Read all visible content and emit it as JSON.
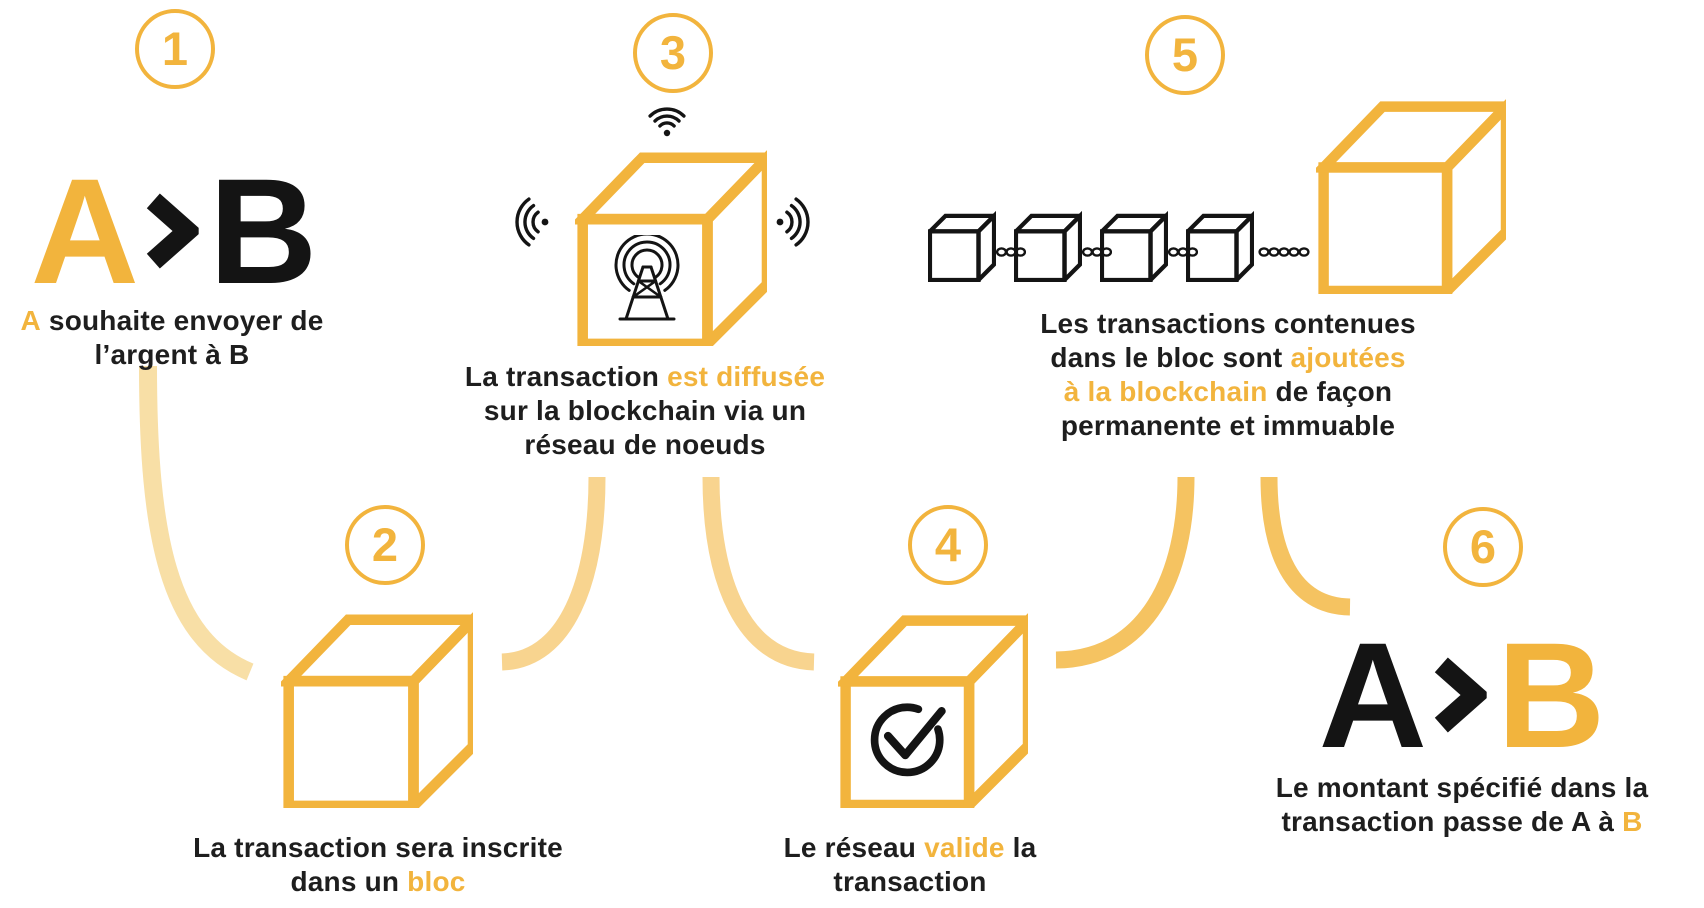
{
  "palette": {
    "yellow": "#F2B43D",
    "ink": "#141414",
    "caption-ink": "#1E1E1E",
    "connector-pale": "#F8DFA6",
    "connector-light": "#F8D48F",
    "connector-mid": "#F5C361"
  },
  "icons": [
    "step-number-badge",
    "wifi-icon",
    "signal-waves-left-icon",
    "signal-waves-right-icon",
    "broadcast-tower-icon",
    "block-cube-icon",
    "blockchain-chain-icon",
    "check-circle-icon",
    "chevron-right-icon"
  ],
  "steps": [
    {
      "number": "1",
      "headline": {
        "left": "A",
        "right": "B"
      },
      "caption": [
        [
          {
            "t": "A",
            "hl": true
          },
          {
            "t": " souhaite envoyer de"
          }
        ],
        [
          {
            "t": "l’argent à B"
          }
        ]
      ]
    },
    {
      "number": "2",
      "caption": [
        [
          {
            "t": "La transaction sera inscrite"
          }
        ],
        [
          {
            "t": "dans un "
          },
          {
            "t": "bloc",
            "hl": true
          }
        ]
      ]
    },
    {
      "number": "3",
      "caption": [
        [
          {
            "t": "La transaction "
          },
          {
            "t": "est diffusée",
            "hl": true
          }
        ],
        [
          {
            "t": "sur la blockchain via un"
          }
        ],
        [
          {
            "t": "réseau de noeuds"
          }
        ]
      ]
    },
    {
      "number": "4",
      "caption": [
        [
          {
            "t": "Le réseau "
          },
          {
            "t": "valide",
            "hl": true
          },
          {
            "t": " la"
          }
        ],
        [
          {
            "t": "transaction"
          }
        ]
      ]
    },
    {
      "number": "5",
      "caption": [
        [
          {
            "t": "Les transactions contenues"
          }
        ],
        [
          {
            "t": "dans le bloc sont "
          },
          {
            "t": "ajoutées",
            "hl": true
          }
        ],
        [
          {
            "t": "à la blockchain",
            "hl": true
          },
          {
            "t": " de façon"
          }
        ],
        [
          {
            "t": "permanente et immuable"
          }
        ]
      ]
    },
    {
      "number": "6",
      "headline": {
        "left": "A",
        "right": "B"
      },
      "caption": [
        [
          {
            "t": "Le montant spécifié dans la"
          }
        ],
        [
          {
            "t": "transaction passe de A à "
          },
          {
            "t": "B",
            "hl": true
          }
        ]
      ]
    }
  ]
}
